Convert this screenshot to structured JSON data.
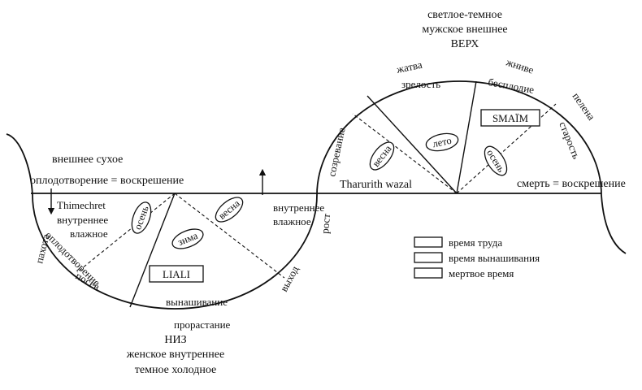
{
  "top": {
    "line1": "светлое-темное",
    "line2": "мужское внешнее",
    "line3": "ВЕРХ"
  },
  "bottom": {
    "line1": "НИЗ",
    "line2": "женское внутреннее",
    "line3": "темное холодное"
  },
  "axis": {
    "left_top": "внешнее сухое",
    "left_eq": "оплодотворение = воскрешение",
    "right_eq": "смерть = воскрешение",
    "center": "Tharurith wazal"
  },
  "lower": {
    "thimechret": "Thimechret",
    "inner": "внутреннее",
    "wet": "влажное",
    "inner_wet_1": "внутреннее",
    "inner_wet_2": "влажное",
    "plowing": "пахота",
    "fertilization": "оплодотворение",
    "sowing": "посев",
    "gestation": "вынашивание",
    "germination": "прорастание",
    "exit": "выход",
    "growth": "рост",
    "autumn": "осень",
    "winter": "зима",
    "spring": "весна",
    "box": "LIALI"
  },
  "upper": {
    "ripening": "созревание",
    "maturity": "зрелость",
    "harvest": "жатва",
    "barrenness": "бесплодие",
    "reaping": "жниве",
    "old_age": "старость",
    "shroud": "пелена",
    "spring": "весна",
    "summer": "лето",
    "autumn": "осень",
    "box": "SMAÏM"
  },
  "legend": {
    "items": [
      "время труда",
      "время вынашивания",
      "мертвое время"
    ]
  }
}
